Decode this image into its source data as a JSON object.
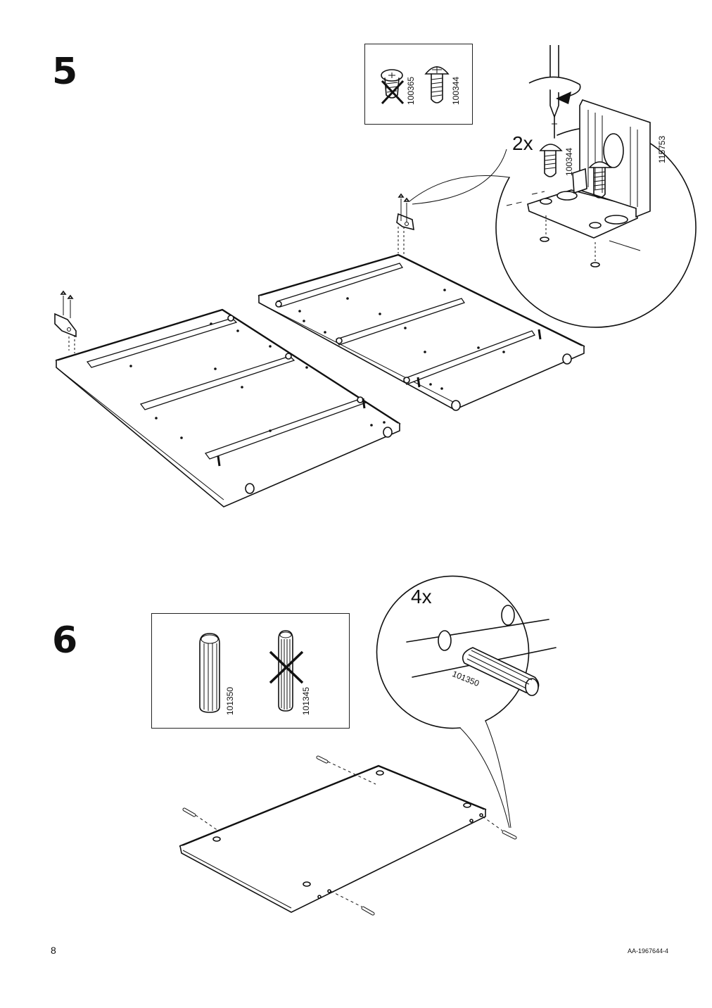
{
  "page": {
    "page_number": "8",
    "doc_code": "AA-1967644-4"
  },
  "step5": {
    "number": "5",
    "parts_box": {
      "rejected_part": "100365",
      "accepted_part": "100344"
    },
    "detail": {
      "multiplier": "2x",
      "screw_part": "100344",
      "bracket_part": "115753"
    }
  },
  "step6": {
    "number": "6",
    "parts_box": {
      "accepted_part": "101350",
      "rejected_part": "101345"
    },
    "detail": {
      "multiplier": "4x",
      "dowel_part": "101350"
    }
  }
}
